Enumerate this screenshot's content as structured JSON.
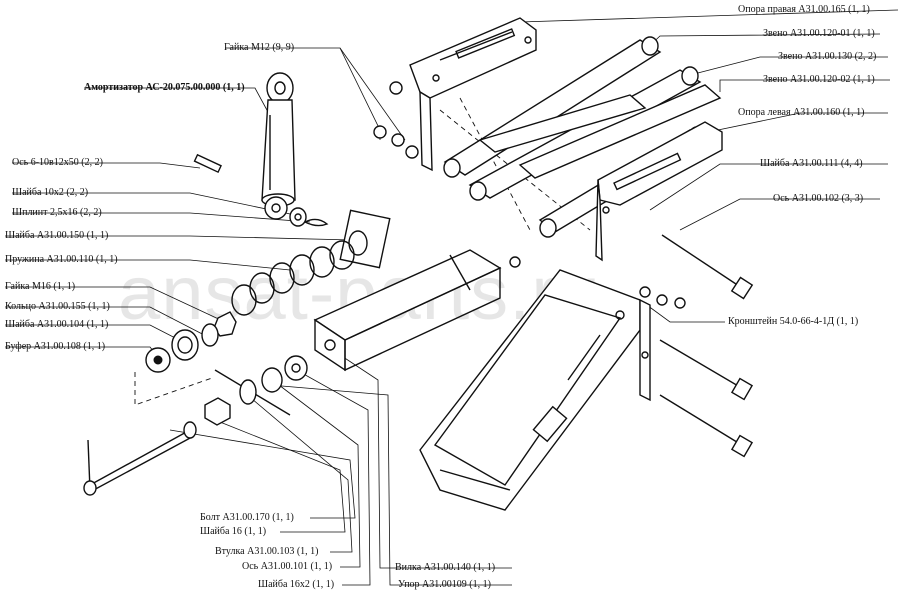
{
  "watermark": "ansat-parts.ru",
  "labels": {
    "opora_pravaya": "Опора правая А31.00.165 (1, 1)",
    "zveno_120_01": "Звено А31.00.120-01 (1, 1)",
    "zveno_130": "Звено А31.00.130 (2, 2)",
    "zveno_120_02": "Звено А31.00.120-02 (1, 1)",
    "opora_levaya": "Опора левая А31.00.160 (1, 1)",
    "shaiba_111": "Шайба А31.00.111 (4, 4)",
    "os_102": "Ось А31.00.102 (3, 3)",
    "kronshtein": "Кронштейн 54.0-66-4-1Д (1, 1)",
    "gaika_m12": "Гайка М12 (9, 9)",
    "amortizator": "Амортизатор АС-20.075.00.000 (1, 1)",
    "os_6_10": "Ось 6-10в12х50 (2, 2)",
    "shaiba_10x2": "Шайба 10х2 (2, 2)",
    "shplint": "Шплинт 2,5х16 (2, 2)",
    "shaiba_150": "Шайба А31.00.150 (1, 1)",
    "pruzhina": "Пружина А31.00.110 (1, 1)",
    "gaika_m16": "Гайка М16 (1, 1)",
    "kolco": "Кольцо А31.00.155 (1, 1)",
    "shaiba_104": "Шайба А31.00.104 (1, 1)",
    "bufer": "Буфер А31.00.108 (1, 1)",
    "bolt": "Болт А31.00.170 (1, 1)",
    "shaiba_16": "Шайба 16 (1, 1)",
    "vtulka": "Втулка А31.00.103 (1, 1)",
    "os_101": "Ось А31.00.101 (1, 1)",
    "shaiba_16x2": "Шайба 16х2 (1, 1)",
    "vilka": "Вилка А31.00.140 (1, 1)",
    "upor": "Упор А31.00109 (1, 1)"
  }
}
